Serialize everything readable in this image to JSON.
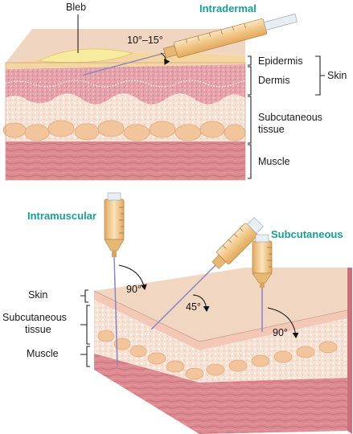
{
  "top": {
    "title": "Intradermal",
    "bleb_label": "Bleb",
    "angle_label": "10°–15°",
    "layers": {
      "epidermis": "Epidermis",
      "dermis": "Dermis",
      "skin": "Skin",
      "subcutaneous_line1": "Subcutaneous",
      "subcutaneous_line2": "tissue",
      "muscle": "Muscle"
    }
  },
  "bottom": {
    "intramuscular_title": "Intramuscular",
    "subcutaneous_title": "Subcutaneous",
    "angle_im": "90°",
    "angle_sc45": "45°",
    "angle_sc90": "90°",
    "layers": {
      "skin": "Skin",
      "subcutaneous_line1": "Subcutaneous",
      "subcutaneous_line2": "tissue",
      "muscle": "Muscle"
    }
  },
  "colors": {
    "title": "#1a9e94",
    "skin_top": "#f3d9c3",
    "epidermis": "#f6e8a8",
    "dermis": "#e39aa4",
    "subcutaneous": "#f7e2d2",
    "fat": "#f4c9a0",
    "muscle": "#d97f86",
    "needle": "#8a84c8",
    "syringe": "#f2c98a"
  }
}
